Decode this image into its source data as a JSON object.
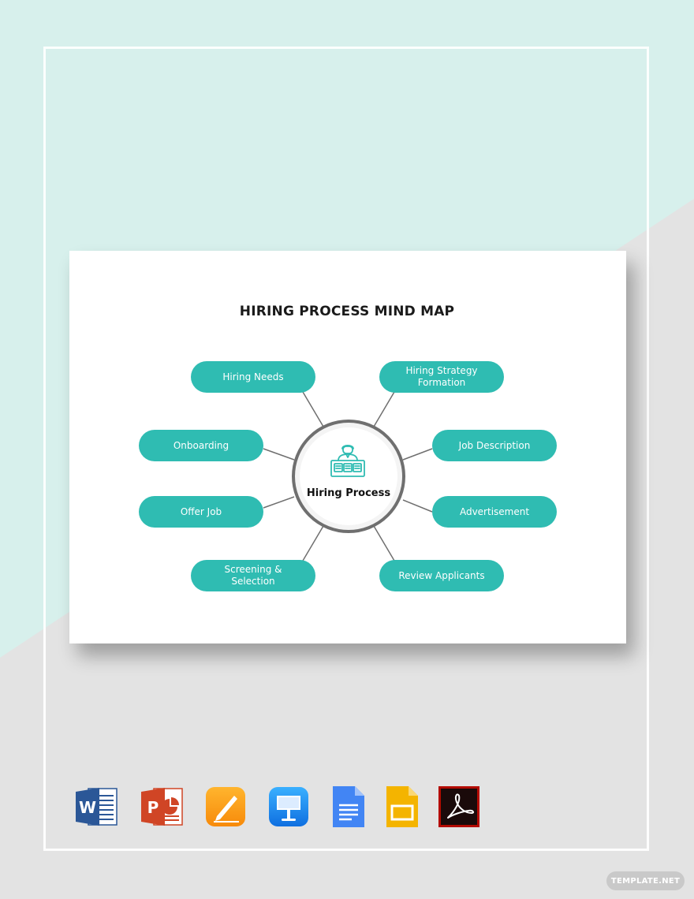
{
  "diagram": {
    "title": "HIRING PROCESS MIND MAP",
    "center": {
      "label": "Hiring Process",
      "icon": "recruiter-desk-icon"
    },
    "nodes": [
      {
        "id": "hiring-needs",
        "label": "Hiring Needs"
      },
      {
        "id": "hiring-strategy-formation",
        "label": "Hiring Strategy Formation"
      },
      {
        "id": "onboarding",
        "label": "Onboarding"
      },
      {
        "id": "job-description",
        "label": "Job Description"
      },
      {
        "id": "offer-job",
        "label": "Offer Job"
      },
      {
        "id": "advertisement",
        "label": "Advertisement"
      },
      {
        "id": "screening-selection",
        "label": "Screening & Selection"
      },
      {
        "id": "review-applicants",
        "label": "Review Applicants"
      }
    ]
  },
  "format_icons": [
    {
      "name": "word-icon",
      "app": "Microsoft Word"
    },
    {
      "name": "powerpoint-icon",
      "app": "Microsoft PowerPoint"
    },
    {
      "name": "pages-icon",
      "app": "Apple Pages"
    },
    {
      "name": "keynote-icon",
      "app": "Apple Keynote"
    },
    {
      "name": "google-docs-icon",
      "app": "Google Docs"
    },
    {
      "name": "google-slides-icon",
      "app": "Google Slides"
    },
    {
      "name": "acrobat-pdf-icon",
      "app": "Adobe Acrobat"
    }
  ],
  "watermark": {
    "text": "TEMPLATE.NET"
  },
  "colors": {
    "node_fill": "#2fbcb2",
    "background_top": "#d7f0ec",
    "background_bottom": "#e3e3e3",
    "center_ring": "#6f6f6f"
  }
}
